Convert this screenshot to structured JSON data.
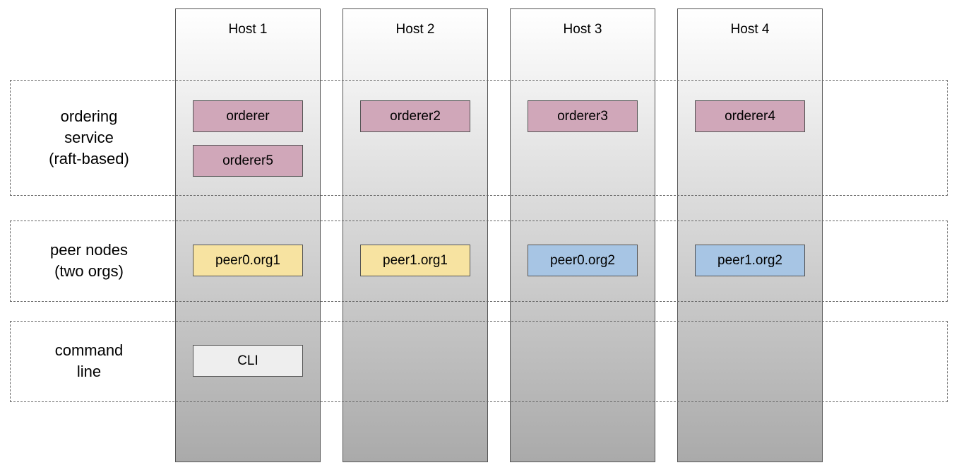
{
  "colors": {
    "orderer": "#d0a7b9",
    "org1": "#f7e3a1",
    "org2": "#a7c5e4",
    "cli": "#eeeeee"
  },
  "hosts": [
    {
      "label": "Host 1"
    },
    {
      "label": "Host 2"
    },
    {
      "label": "Host 3"
    },
    {
      "label": "Host 4"
    }
  ],
  "bands": [
    {
      "label_lines": [
        "ordering",
        "service",
        "(raft-based)"
      ]
    },
    {
      "label_lines": [
        "peer nodes",
        "(two orgs)"
      ]
    },
    {
      "label_lines": [
        "command",
        "line"
      ]
    }
  ],
  "nodes": {
    "orderer": {
      "label": "orderer",
      "kind": "orderer"
    },
    "orderer2": {
      "label": "orderer2",
      "kind": "orderer"
    },
    "orderer3": {
      "label": "orderer3",
      "kind": "orderer"
    },
    "orderer4": {
      "label": "orderer4",
      "kind": "orderer"
    },
    "orderer5": {
      "label": "orderer5",
      "kind": "orderer"
    },
    "peer0_org1": {
      "label": "peer0.org1",
      "kind": "org1"
    },
    "peer1_org1": {
      "label": "peer1.org1",
      "kind": "org1"
    },
    "peer0_org2": {
      "label": "peer0.org2",
      "kind": "org2"
    },
    "peer1_org2": {
      "label": "peer1.org2",
      "kind": "org2"
    },
    "cli": {
      "label": "CLI",
      "kind": "cli"
    }
  }
}
